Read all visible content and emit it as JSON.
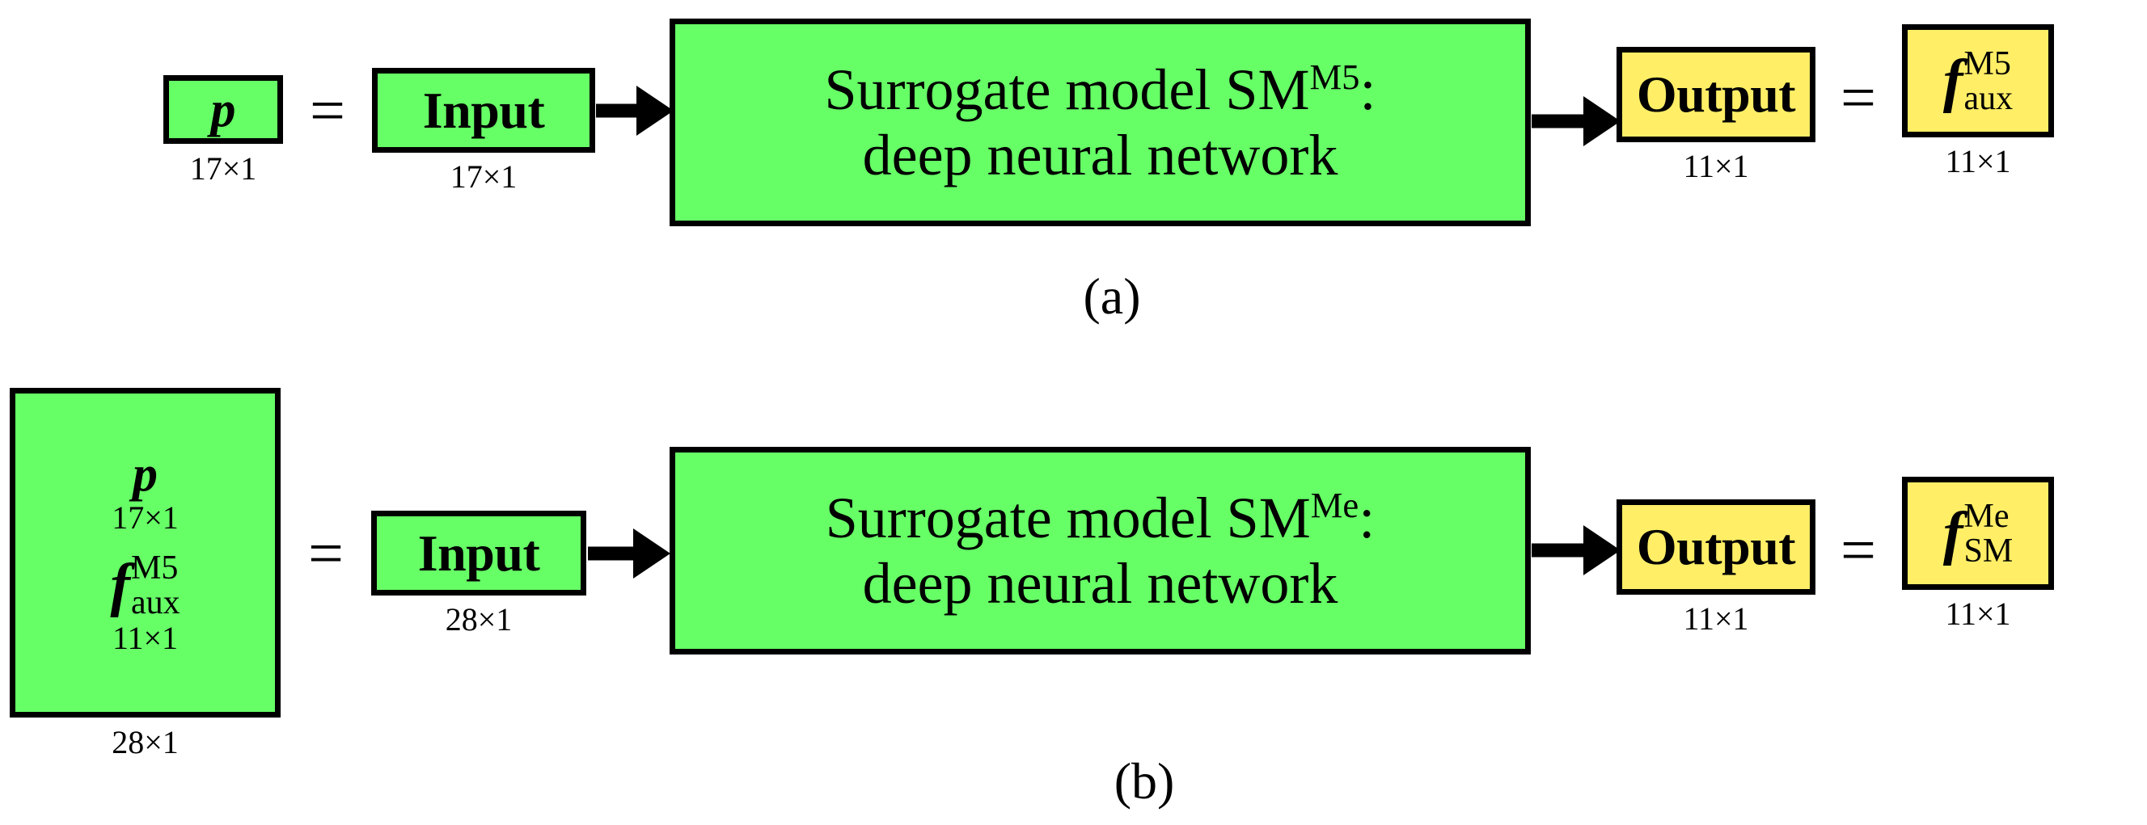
{
  "figure": {
    "colors": {
      "green": "#66ff66",
      "yellow": "#ffee66",
      "border": "#000000",
      "background": "#ffffff"
    },
    "panels": [
      {
        "id": "a",
        "caption": "(a)",
        "vector_in": {
          "symbol": "p",
          "dim": "17×1"
        },
        "equals_left": "=",
        "input_block": {
          "label": "Input",
          "dim": "17×1"
        },
        "model_block": {
          "line1_prefix": "Surrogate model SM",
          "line1_sup": "M5",
          "line1_suffix": ":",
          "line2": "deep neural network"
        },
        "output_block": {
          "label": "Output",
          "dim": "11×1"
        },
        "equals_right": "=",
        "vector_out": {
          "symbol": "f",
          "sup": "M5",
          "sub": "aux",
          "dim": "11×1"
        }
      },
      {
        "id": "b",
        "caption": "(b)",
        "vector_in": {
          "item1_symbol": "p",
          "item1_dim": "17×1",
          "item2_symbol": "f",
          "item2_sup": "M5",
          "item2_sub": "aux",
          "item2_dim": "11×1",
          "dim": "28×1"
        },
        "equals_left": "=",
        "input_block": {
          "label": "Input",
          "dim": "28×1"
        },
        "model_block": {
          "line1_prefix": "Surrogate model SM",
          "line1_sup": "Me",
          "line1_suffix": ":",
          "line2": "deep neural network"
        },
        "output_block": {
          "label": "Output",
          "dim": "11×1"
        },
        "equals_right": "=",
        "vector_out": {
          "symbol": "f",
          "sup": "Me",
          "sub": "SM",
          "dim": "11×1"
        }
      }
    ]
  }
}
